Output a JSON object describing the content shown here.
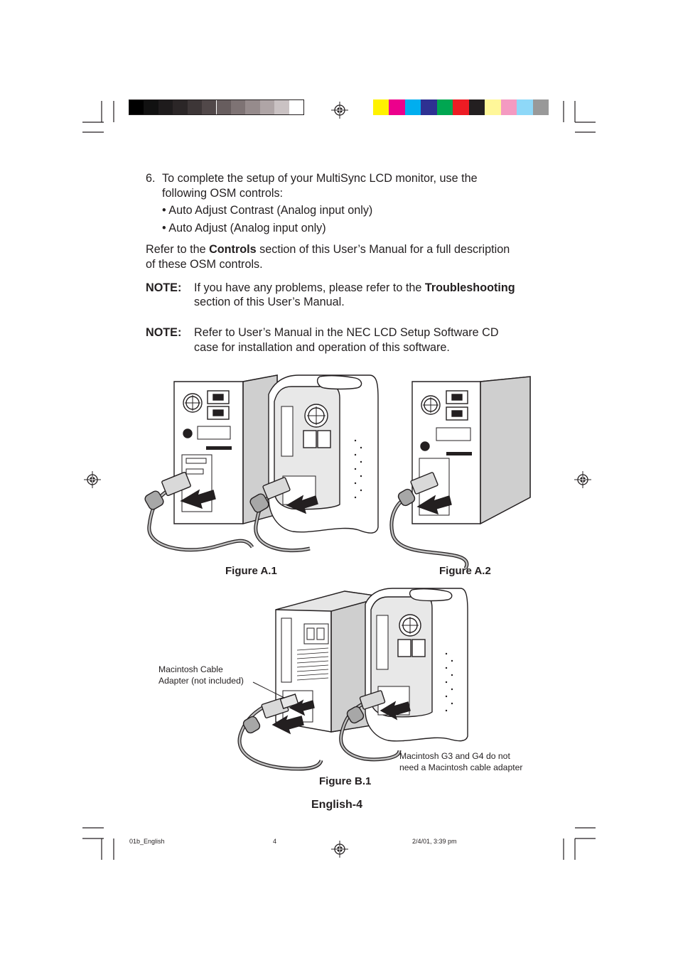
{
  "print_marks": {
    "gray_bar": [
      "#000000",
      "#111111",
      "#1e1b1c",
      "#2b2627",
      "#3d3637",
      "#514849",
      "#675d5e",
      "#7e7374",
      "#968b8c",
      "#afa5a6",
      "#cac2c3",
      "#ffffff"
    ],
    "color_bar": [
      "#fff200",
      "#ec008c",
      "#00aeef",
      "#2e3192",
      "#00a651",
      "#ed1c24",
      "#231f20",
      "#fff799",
      "#f49ac1",
      "#8ed8f8",
      "#999999"
    ]
  },
  "step": {
    "number": "6.",
    "line1": "To complete the setup of your MultiSync LCD monitor, use the",
    "line2": "following OSM controls:",
    "bullets": [
      "Auto Adjust Contrast (Analog input only)",
      "Auto Adjust (Analog input only)"
    ]
  },
  "refer": {
    "prefix": "Refer to the ",
    "bold": "Controls",
    "suffix": " section of this User’s Manual for a full description",
    "line2": "of these OSM controls."
  },
  "note1": {
    "label": "NOTE:",
    "prefix": "If you have any problems, please refer to the ",
    "bold": "Troubleshooting",
    "line2": "section of this User’s Manual."
  },
  "note2": {
    "label": "NOTE:",
    "line1": "Refer to User’s Manual in the NEC LCD Setup Software CD",
    "line2": "case for installation and operation of this software."
  },
  "figures": {
    "a1": "Figure A.1",
    "a2": "Figure A.2",
    "b1": "Figure B.1",
    "adapter_label_line1": "Macintosh Cable",
    "adapter_label_line2": "Adapter (not included)",
    "g3_label_line1": "Macintosh G3 and G4 do not",
    "g3_label_line2": "need a Macintosh cable adapter"
  },
  "page_label": "English-4",
  "slug": {
    "file": "01b_English",
    "page": "4",
    "date": "2/4/01, 3:39 pm"
  }
}
